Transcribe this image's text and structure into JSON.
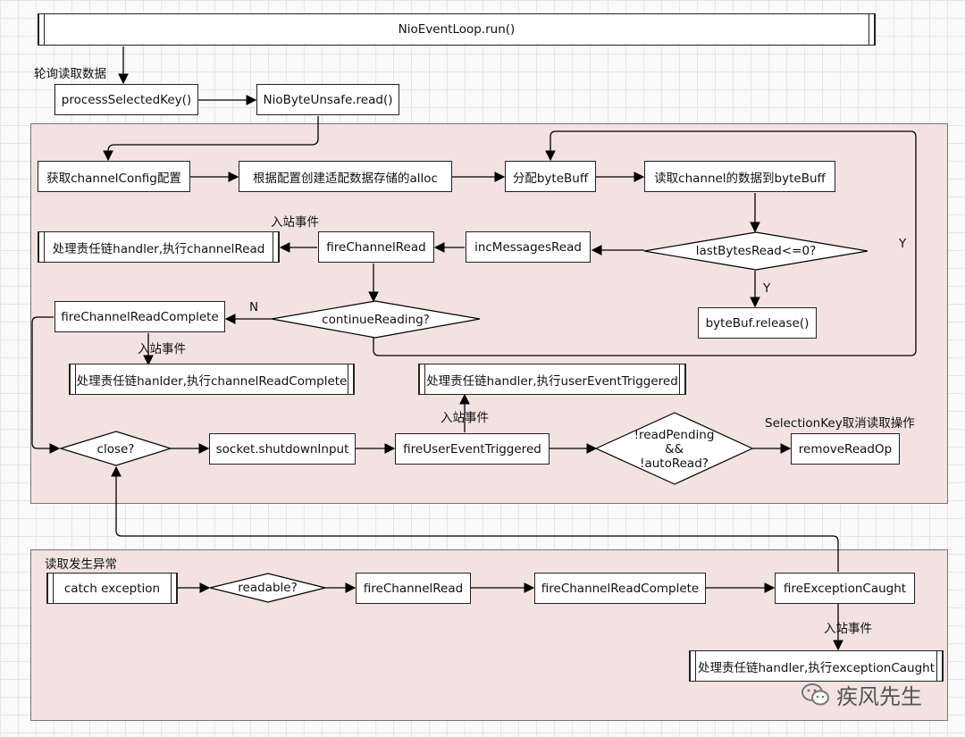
{
  "top": {
    "run": "NioEventLoop.run()",
    "poll_label": "轮询读取数据",
    "process": "processSelectedKey()",
    "unsafe_read": "NioByteUnsafe.read()"
  },
  "main": {
    "get_config": "获取channelConfig配置",
    "create_alloc": "根据配置创建适配数据存储的alloc",
    "alloc_buff": "分配byteBuff",
    "read_channel": "读取channel的数据到byteBuff",
    "last_bytes": "lastBytesRead<=0?",
    "yes1": "Y",
    "yes2": "Y",
    "release": "byteBuf.release()",
    "inc_messages": "incMessagesRead",
    "fire_read": "fireChannelRead",
    "inbound1": "入站事件",
    "handler_read": "处理责任链handler,执行channelRead",
    "continue_reading": "continueReading?",
    "no": "N",
    "fire_read_complete": "fireChannelReadComplete",
    "inbound2": "入站事件",
    "handler_read_complete": "处理责任链hanlder,执行channelReadComplete",
    "handler_user_event": "处理责任链handler,执行userEventTriggered",
    "inbound3": "入站事件",
    "cancel_label": "SelectionKey取消读取操作",
    "close": "close?",
    "shutdown": "socket.shutdownInput",
    "fire_user_event": "fireUserEventTriggered",
    "read_pending_1": "!readPending",
    "read_pending_2": "&&",
    "read_pending_3": "!autoRead?",
    "remove_read_op": "removeReadOp"
  },
  "exception": {
    "title": "读取发生异常",
    "catch": "catch exception",
    "readable": "readable?",
    "fire_read": "fireChannelRead",
    "fire_read_complete": "fireChannelReadComplete",
    "fire_caught": "fireExceptionCaught",
    "inbound4": "入站事件",
    "handler_caught": "处理责任链handler,执行exceptionCaught"
  },
  "watermark": {
    "text": "疾风先生"
  }
}
